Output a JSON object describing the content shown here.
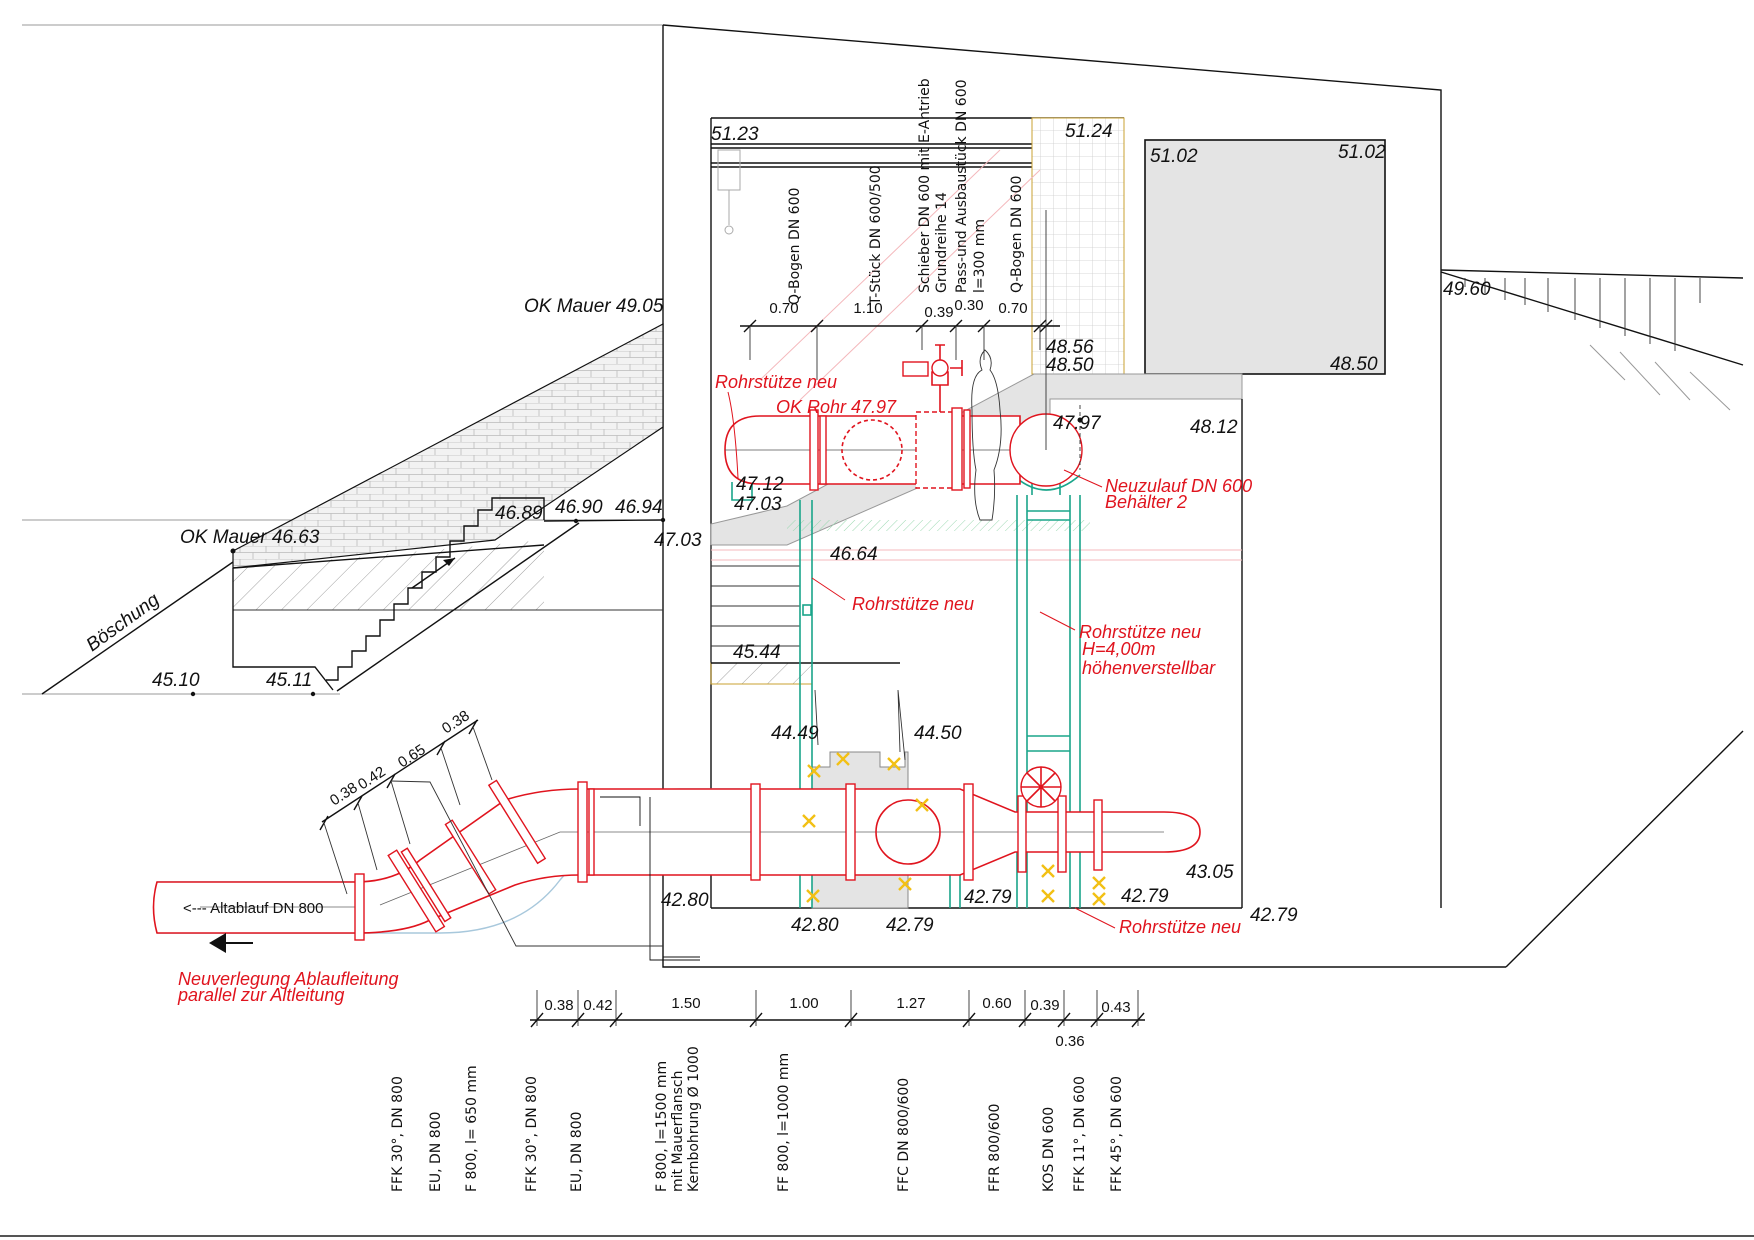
{
  "colors": {
    "new_pipe": "#e0141e",
    "old_pipe": "#a8c8dc",
    "support": "#1aa58a",
    "marker": "#f2c014",
    "concrete": "#e4e4e4"
  },
  "component_labels_top": [
    "Q-Bogen DN 600",
    "T-Stück DN 600/500",
    "Schieber DN 600 mit E-Antrieb",
    "Grundreihe 14",
    "Pass-und Ausbaustück DN 600",
    "l=300 mm",
    "Q-Bogen DN 600"
  ],
  "top_dimensions": [
    "0.70",
    "1.10",
    "0.39",
    "0.30",
    "0.70"
  ],
  "elevations": [
    "51.23",
    "51.24",
    "51.02",
    "51.02",
    "48.56",
    "48.50",
    "48.50",
    "48.12",
    "47.97",
    "49.60",
    "47.12",
    "47.03",
    "47.03",
    "46.64",
    "45.44",
    "46.89",
    "46.90",
    "46.94",
    "45.10",
    "45.11",
    "44.49",
    "44.50",
    "42.80",
    "42.80",
    "42.79",
    "42.79",
    "43.05",
    "42.79",
    "42.79"
  ],
  "wall_labels": {
    "ok_mauer_upper": "OK Mauer 49.05",
    "ok_mauer_lower": "OK Mauer 46.63",
    "slope": "Böschung"
  },
  "red_annotations": {
    "support_top_left": "Rohrstütze neu",
    "pipe_top": "OK Rohr 47.97",
    "inflow_line1": "Neuzulauf DN 600",
    "inflow_line2": "Behälter 2",
    "support_mid": "Rohrstütze neu",
    "support_right": "Rohrstütze neu",
    "support_right_height": "H=4,00m",
    "support_right_note": "höhenverstellbar",
    "support_bottom": "Rohrstütze neu",
    "relay_line1": "Neuverlegung Ablaufleitung",
    "relay_line2": "parallel zur Altleitung"
  },
  "old_outflow_label": "<--- Altablauf DN 800",
  "diagonal_dimensions": [
    "0.38",
    "0.42",
    "0.65",
    "0.38"
  ],
  "bottom_dimensions": [
    "0.38",
    "0.42",
    "1.50",
    "1.00",
    "1.27",
    "0.60",
    "0.39",
    "0.43"
  ],
  "bottom_dimension_below": "0.36",
  "bottom_component_labels": [
    "FFK 30°, DN 800",
    "EU, DN 800",
    "F 800, l= 650 mm",
    "FFK 30°, DN 800",
    "EU, DN 800",
    "F 800, l=1500 mm",
    "mit Mauerflansch",
    "Kernbohrung Ø 1000",
    "FF 800, l=1000 mm",
    "FFC DN 800/600",
    "FFR 800/600",
    "KOS DN 600",
    "FFK 11°, DN 600",
    "FFK 45°, DN 600"
  ]
}
